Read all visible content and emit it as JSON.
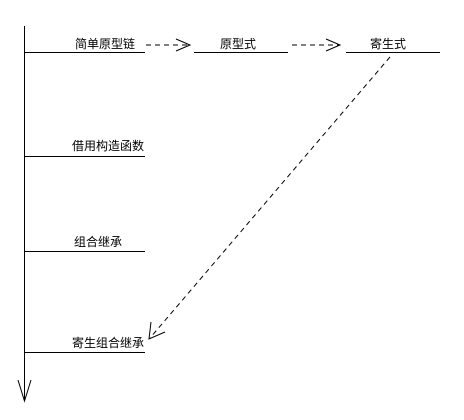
{
  "nodes": {
    "simple_prototype_chain": "简单原型链",
    "prototypal": "原型式",
    "parasitic": "寄生式",
    "borrow_constructor": "借用构造函数",
    "combination": "组合继承",
    "parasitic_combination": "寄生组合继承"
  },
  "colors": {
    "stroke": "#000000",
    "text": "#000000",
    "background": "#ffffff"
  }
}
